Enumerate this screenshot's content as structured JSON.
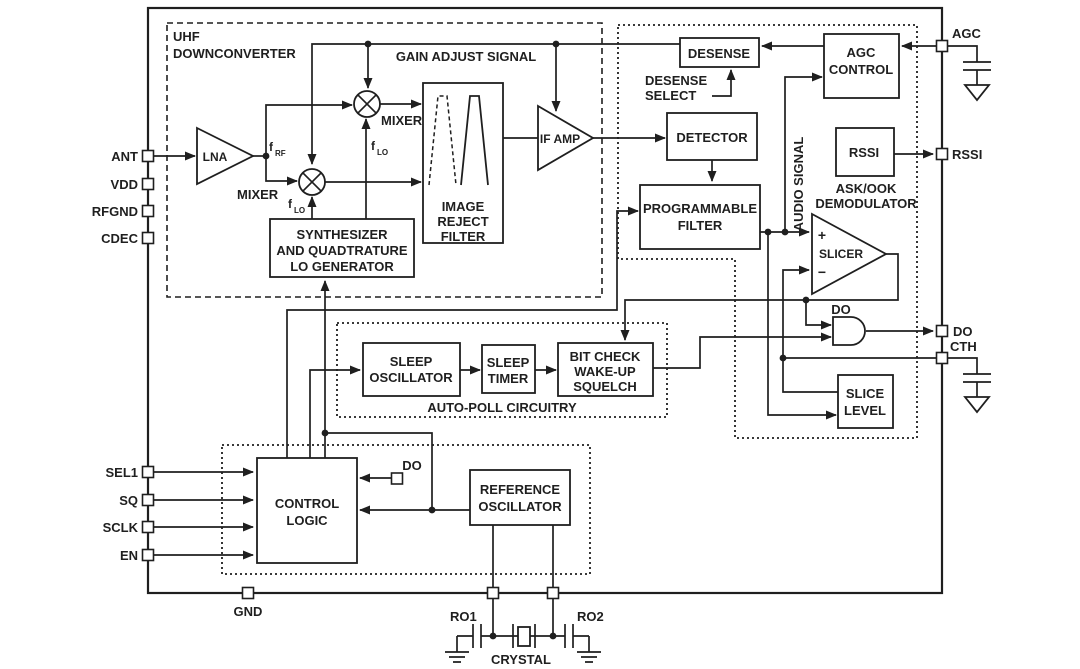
{
  "pins": {
    "left": [
      "ANT",
      "VDD",
      "RFGND",
      "CDEC",
      "SEL1",
      "SQ",
      "SCLK",
      "EN"
    ],
    "right": [
      "AGC",
      "RSSI",
      "DO",
      "CTH"
    ],
    "bottom": [
      "GND",
      "RO1",
      "RO2"
    ]
  },
  "regions": {
    "uhf_downconverter": [
      "UHF",
      "DOWNCONVERTER"
    ],
    "auto_poll": "AUTO-POLL CIRCUITRY",
    "ask_ook_demodulator": [
      "ASK/OOK",
      "DEMODULATOR"
    ]
  },
  "blocks": {
    "lna": "LNA",
    "mixer_upper": "MIXER",
    "mixer_lower": "MIXER",
    "synthesizer": [
      "SYNTHESIZER",
      "AND QUADTRATURE",
      "LO GENERATOR"
    ],
    "image_reject_filter": [
      "IMAGE",
      "REJECT",
      "FILTER"
    ],
    "if_amp": "IF AMP",
    "desense": "DESENSE",
    "agc_control": [
      "AGC",
      "CONTROL"
    ],
    "detector": "DETECTOR",
    "programmable_filter": [
      "PROGRAMMABLE",
      "FILTER"
    ],
    "rssi": "RSSI",
    "slicer": "SLICER",
    "slice_level": [
      "SLICE",
      "LEVEL"
    ],
    "sleep_oscillator": [
      "SLEEP",
      "OSCILLATOR"
    ],
    "sleep_timer": [
      "SLEEP",
      "TIMER"
    ],
    "bit_check": [
      "BIT CHECK",
      "WAKE-UP",
      "SQUELCH"
    ],
    "control_logic": [
      "CONTROL",
      "LOGIC"
    ],
    "reference_oscillator": [
      "REFERENCE",
      "OSCILLATOR"
    ]
  },
  "signals": {
    "gain_adjust": "GAIN ADJUST SIGNAL",
    "audio_signal": "AUDIO SIGNAL",
    "desense_select": [
      "DESENSE",
      "SELECT"
    ],
    "do_gate": "DO",
    "do_feedback": "DO",
    "slicer_plus": "+",
    "slicer_minus": "−",
    "f_rf": {
      "base": "f",
      "sub": "RF"
    },
    "f_lo_upper": {
      "base": "f",
      "sub": "LO"
    },
    "f_lo_lower": {
      "base": "f",
      "sub": "LO"
    },
    "crystal": "CRYSTAL"
  },
  "colors": {
    "line": "#1f1f1f",
    "background": "#ffffff"
  }
}
